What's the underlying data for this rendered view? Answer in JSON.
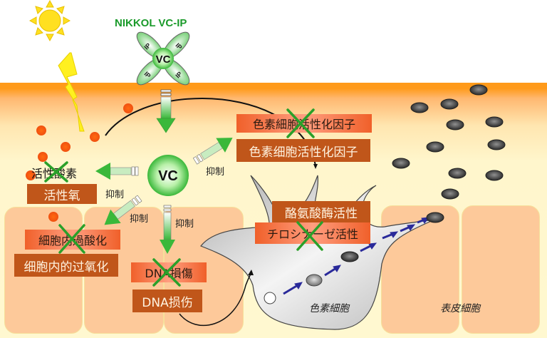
{
  "title": "NIKKOL VC-IP",
  "molecule": {
    "center": "VC",
    "arms": [
      "IP",
      "IP",
      "IP",
      "IP"
    ]
  },
  "vc_center_label": "VC",
  "inhibit_label": "抑制",
  "left": {
    "ros_jp": "活性酸素",
    "ros_cn": "活性氧",
    "lipid_jp": "細胞内過酸化",
    "lipid_cn": "细胞内的过氧化",
    "dna_jp": "DNA損傷",
    "dna_cn": "DNA损伤"
  },
  "right": {
    "factor_jp": "色素細胞活性化因子",
    "factor_cn": "色素细胞活性化因子",
    "tyrosinase_cn": "酪氨酸酶活性",
    "tyrosinase_jp": "チロシナーゼ活性",
    "melanocyte": "色素細胞",
    "epidermal": "表皮細胞"
  },
  "colors": {
    "green": "#1a9a2a",
    "orange_band": "#ff9a1a",
    "cell_fill": "#fdc99a",
    "brown_box": "#c0561a",
    "red_box": "#f0602a",
    "arrow_blue": "#2a2a9a"
  }
}
